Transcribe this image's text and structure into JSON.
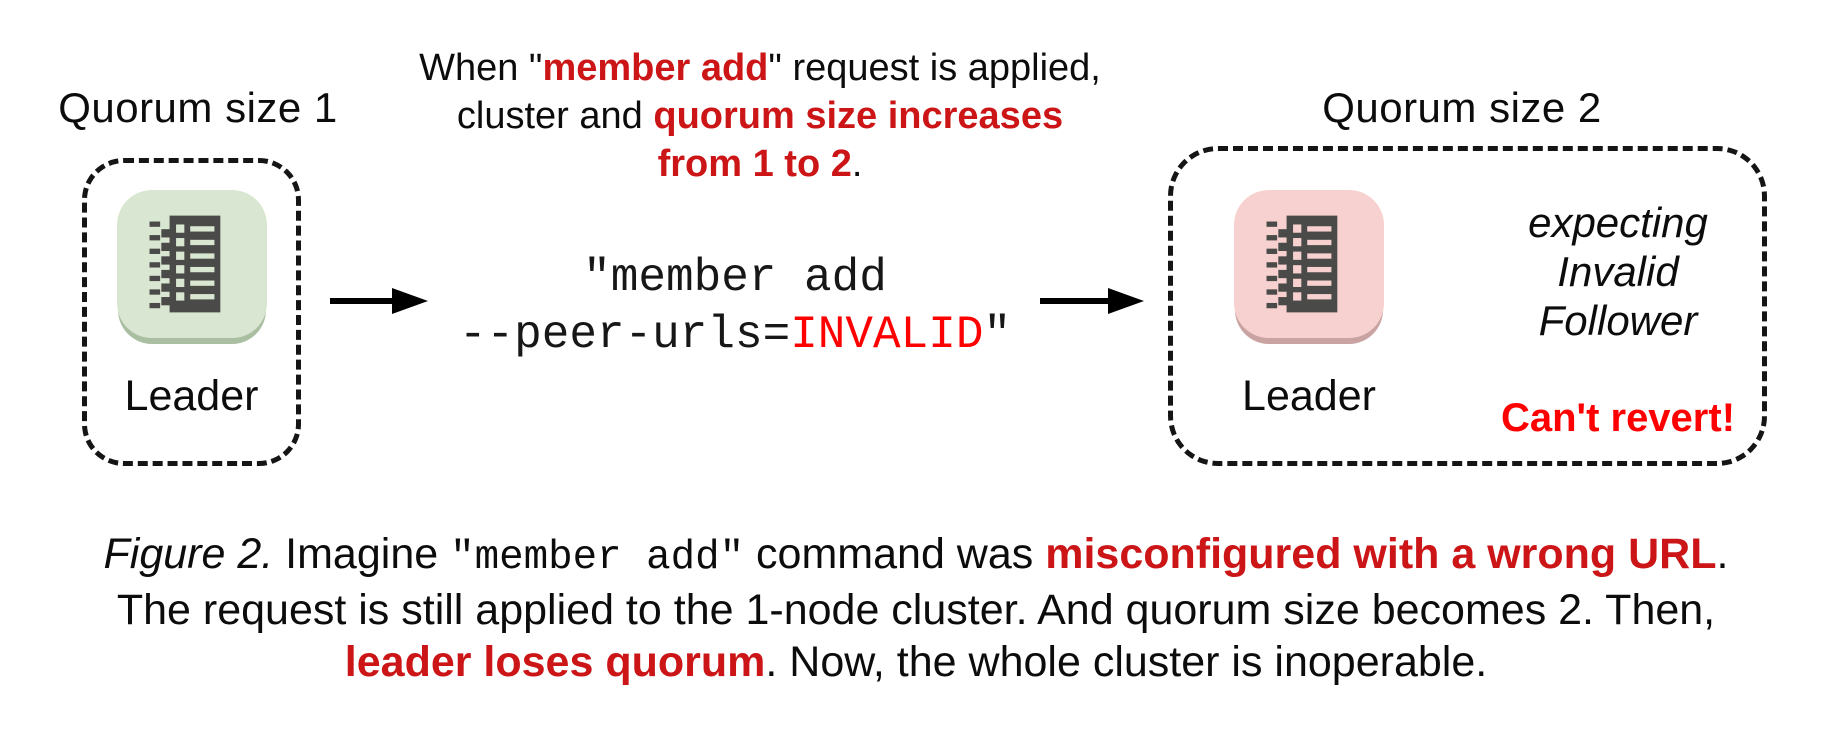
{
  "colors": {
    "emphasis_red": "#cc1517",
    "code_red": "#ff0000",
    "node_green": "#d9e7d2",
    "node_green_shadow": "#aabfa1",
    "node_pink": "#f7d1d0",
    "node_pink_shadow": "#c9a3a2",
    "icon_dark": "#4a4a48",
    "text_black": "#111111"
  },
  "left_cluster": {
    "title": "Quorum size 1",
    "node_label": "Leader"
  },
  "transition": {
    "note_line1_pre": "When \"",
    "note_line1_em": "member add",
    "note_line1_post": "\" request is applied,",
    "note_line2_pre": "cluster and ",
    "note_line2_em": "quorum size increases",
    "note_line3_em": "from 1 to 2",
    "note_line3_post": ".",
    "command_line1": "\"member add",
    "command_line2_pre": "--peer-urls=",
    "command_line2_em": "INVALID",
    "command_line2_post": "\""
  },
  "right_cluster": {
    "title": "Quorum size 2",
    "node_label": "Leader",
    "note_line1": "expecting",
    "note_line2": "Invalid",
    "note_line3": "Follower",
    "warning": "Can't revert!"
  },
  "caption": {
    "figure_label": "Figure 2.",
    "line1_a": " Imagine ",
    "line1_code": "\"member add\"",
    "line1_b": " command was ",
    "line1_em": "misconfigured with a wrong URL",
    "line1_c": ".",
    "line2": "The request is still applied to the 1-node cluster. And quorum size becomes 2. Then,",
    "line3_em": "leader loses quorum",
    "line3_a": ". Now, the whole cluster is inoperable."
  }
}
